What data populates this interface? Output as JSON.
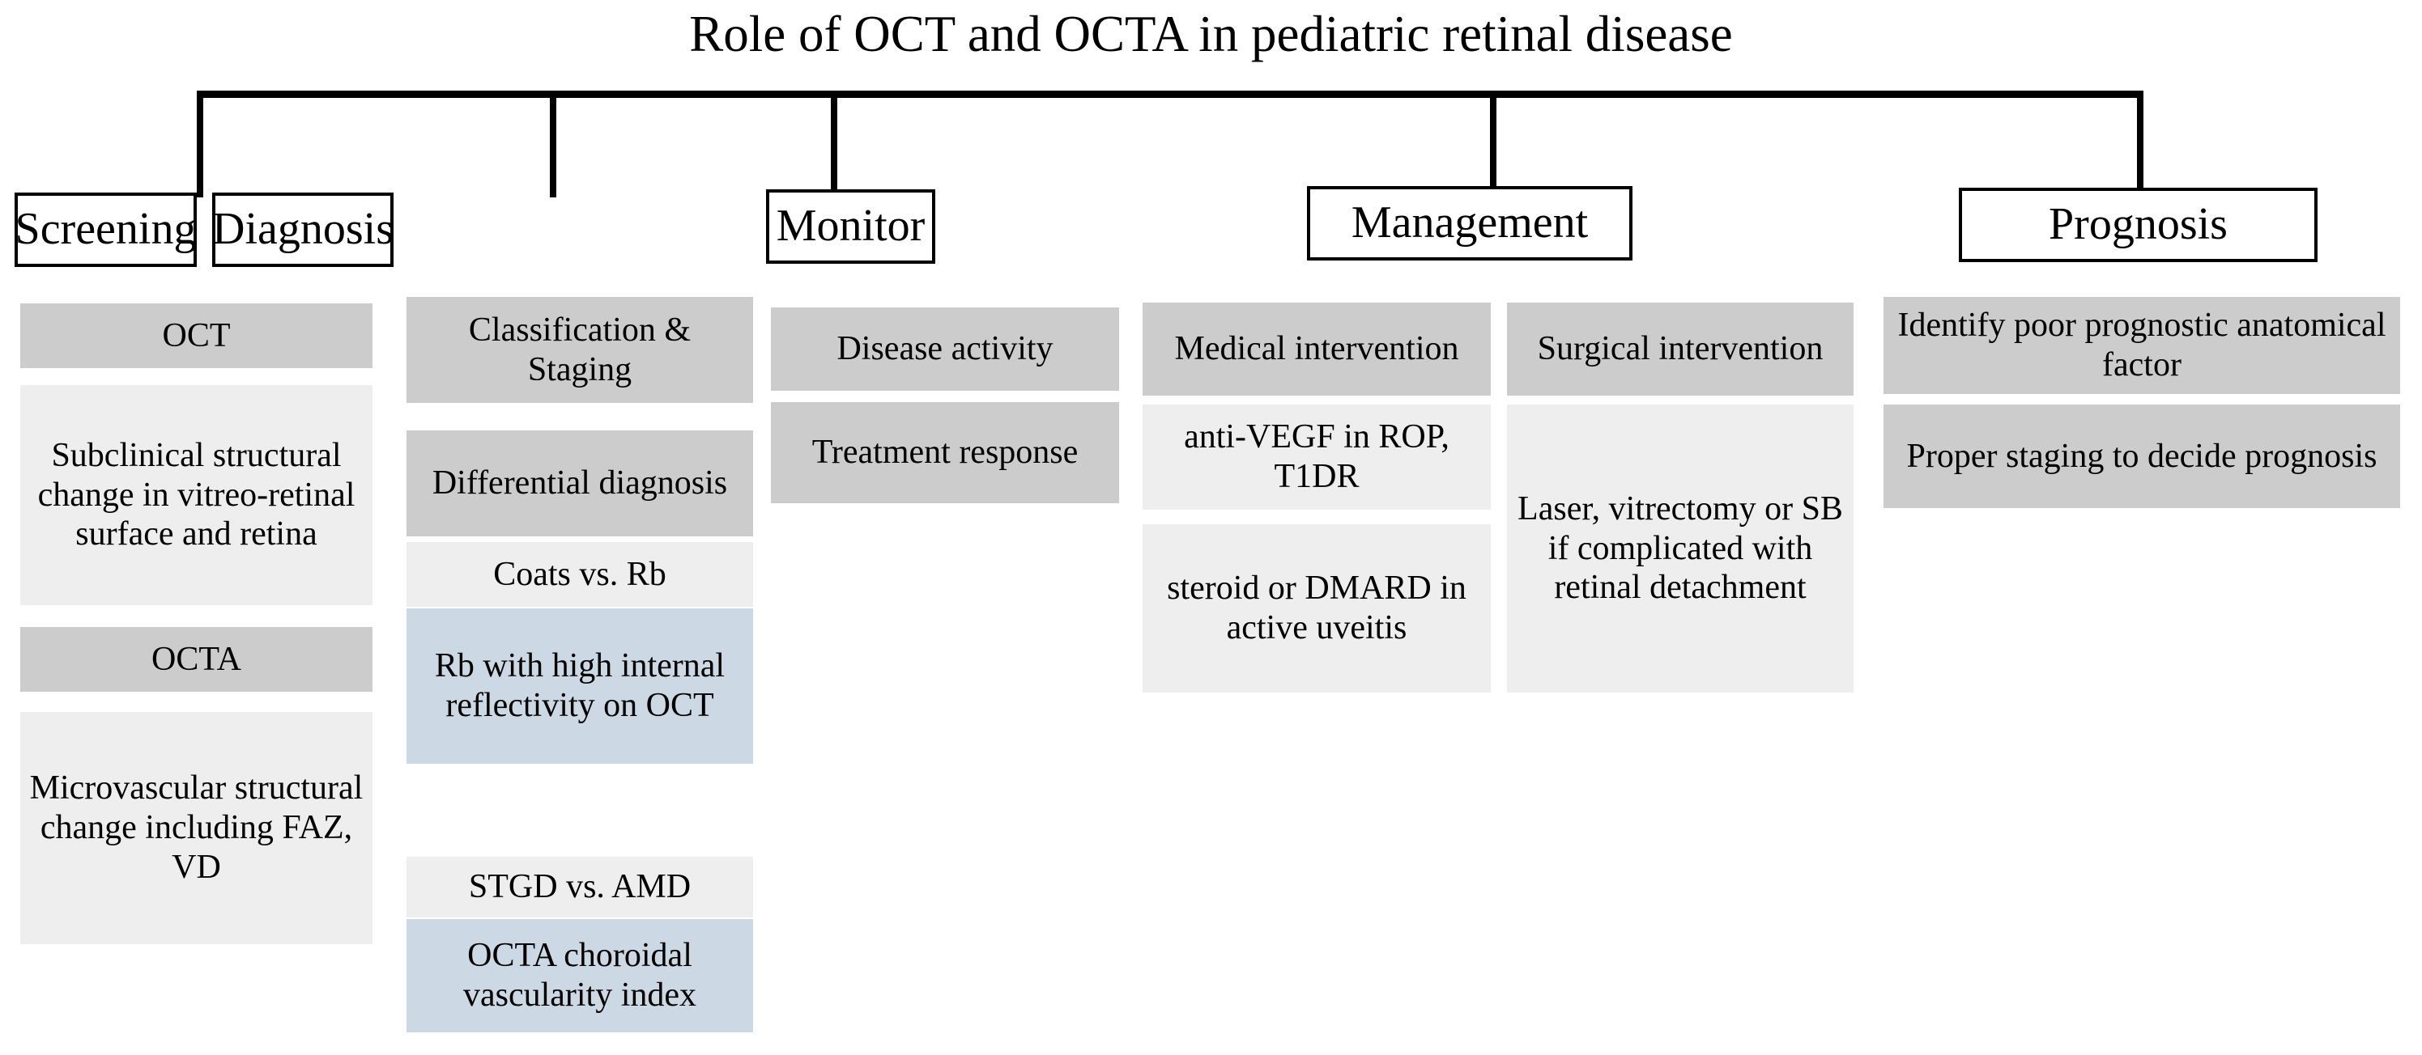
{
  "title": "Role of OCT and OCTA in pediatric retinal disease",
  "colors": {
    "header_fill": "#cccccc",
    "detail_fill": "#eeeeee",
    "highlight_fill": "#ccd8e4",
    "line": "#000000",
    "background": "#ffffff"
  },
  "branches": [
    {
      "id": "screening",
      "label": "Screening",
      "items": [
        {
          "id": "oct",
          "text": "OCT",
          "style": "dark"
        },
        {
          "id": "oct-detail",
          "text": "Subclinical structural change in vitreo-retinal surface and retina",
          "style": "light"
        },
        {
          "id": "octa",
          "text": "OCTA",
          "style": "dark"
        },
        {
          "id": "octa-detail",
          "text": "Microvascular structural change including FAZ, VD",
          "style": "light"
        }
      ]
    },
    {
      "id": "diagnosis",
      "label": "Diagnosis",
      "items": [
        {
          "id": "classification-staging",
          "text": "Classification & Staging",
          "style": "dark"
        },
        {
          "id": "differential-diagnosis",
          "text": "Differential diagnosis",
          "style": "dark"
        },
        {
          "id": "coats-vs-rb",
          "text": "Coats vs. Rb",
          "style": "light"
        },
        {
          "id": "rb-high-reflectivity",
          "text": "Rb with high internal reflectivity on OCT",
          "style": "blue"
        },
        {
          "id": "stgd-vs-amd",
          "text": "STGD vs. AMD",
          "style": "light"
        },
        {
          "id": "octa-cvi",
          "text": "OCTA choroidal vascularity index",
          "style": "blue"
        }
      ]
    },
    {
      "id": "monitor",
      "label": "Monitor",
      "items": [
        {
          "id": "disease-activity",
          "text": "Disease activity",
          "style": "dark"
        },
        {
          "id": "treatment-response",
          "text": "Treatment response",
          "style": "dark"
        }
      ]
    },
    {
      "id": "management",
      "label": "Management",
      "columns": [
        {
          "id": "medical",
          "items": [
            {
              "id": "medical-intervention",
              "text": "Medical intervention",
              "style": "dark"
            },
            {
              "id": "anti-vegf",
              "text": "anti-VEGF in ROP, T1DR",
              "style": "light"
            },
            {
              "id": "steroid-dmard",
              "text": "steroid or DMARD in active uveitis",
              "style": "light"
            }
          ]
        },
        {
          "id": "surgical",
          "items": [
            {
              "id": "surgical-intervention",
              "text": "Surgical intervention",
              "style": "dark"
            },
            {
              "id": "laser-vitrectomy-sb",
              "text": "Laser, vitrectomy or SB if complicated with retinal detachment",
              "style": "light"
            }
          ]
        }
      ]
    },
    {
      "id": "prognosis",
      "label": "Prognosis",
      "items": [
        {
          "id": "poor-prognostic-factor",
          "text": "Identify poor prognostic anatomical factor",
          "style": "dark"
        },
        {
          "id": "proper-staging",
          "text": "Proper staging to decide prognosis",
          "style": "dark"
        }
      ]
    }
  ]
}
